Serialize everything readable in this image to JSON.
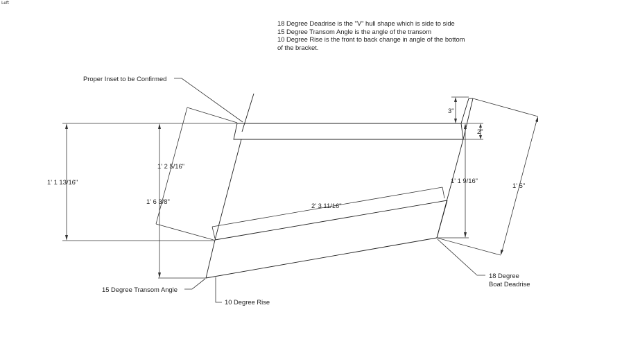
{
  "view": {
    "name": "Left"
  },
  "notes": [
    "18 Degree Deadrise is the \"V\" hull shape which is side to side",
    "15 Degree Transom Angle is the angle of the transom",
    "10 Degree Rise is the front to back change in angle of the bottom",
    "of the bracket."
  ],
  "callouts": {
    "inset": "Proper Inset to be Confirmed",
    "transom_angle": "15 Degree Transom Angle",
    "rise": "10 Degree Rise",
    "deadrise_line1": "18 Degree",
    "deadrise_line2": "Boat Deadrise"
  },
  "dimensions": {
    "overall_height_left": "1' 1 13/16\"",
    "slant_height": "1' 2 5/16\"",
    "height_to_bottom": "1' 6 3/8\"",
    "bottom_length": "2' 3 11/16\"",
    "right_height": "1' 1 9/16\"",
    "right_slant": "1' 5\"",
    "top_offset": "3\"",
    "plate_thickness": "2\""
  }
}
